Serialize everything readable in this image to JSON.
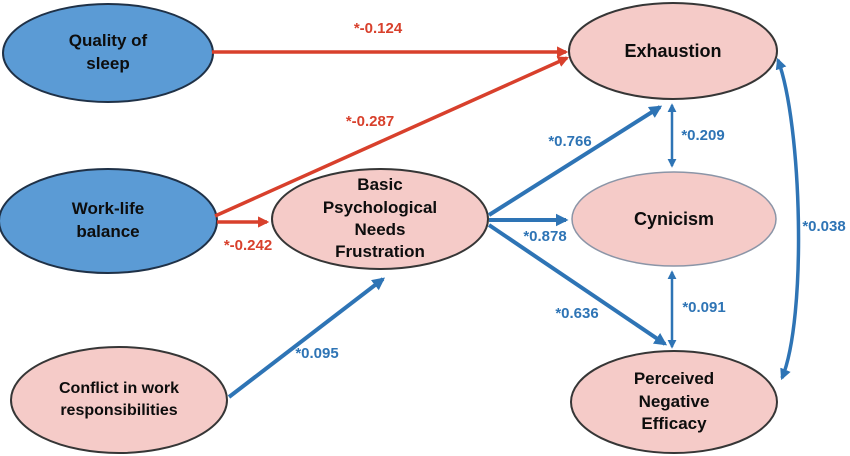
{
  "figure": {
    "type": "sem-path-diagram",
    "colors": {
      "exogenous_node_fill": "#5b9bd5",
      "endogenous_node_fill": "#f5cbc8",
      "negative_path": "#d8402c",
      "positive_path": "#2e74b5",
      "node_text": "#0d0d0d"
    },
    "nodes": {
      "quality_of_sleep": {
        "label": "Quality of\nsleep",
        "fill": "#5b9bd5"
      },
      "work_life_balance": {
        "label": "Work-life\nbalance",
        "fill": "#5b9bd5"
      },
      "conflict_in_work_responsibilities": {
        "label": "Conflict in work\nresponsibilities",
        "fill": "#f5cbc8"
      },
      "basic_psychological_needs_frustration": {
        "label": "Basic\nPsychological\nNeeds\nFrustration",
        "fill": "#f5cbc8"
      },
      "exhaustion": {
        "label": "Exhaustion",
        "fill": "#f5cbc8"
      },
      "cynicism": {
        "label": "Cynicism",
        "fill": "#f5cbc8"
      },
      "perceived_negative_efficacy": {
        "label": "Perceived\nNegative\nEfficacy",
        "fill": "#f5cbc8"
      }
    },
    "edges": {
      "qos_to_exhaustion": {
        "label": "*-0.124",
        "from": "quality_of_sleep",
        "to": "exhaustion",
        "color": "#d8402c",
        "bidirectional": false
      },
      "wlb_to_exhaustion": {
        "label": "*-0.287",
        "from": "work_life_balance",
        "to": "exhaustion",
        "color": "#d8402c",
        "bidirectional": false
      },
      "wlb_to_bpnf": {
        "label": "*-0.242",
        "from": "work_life_balance",
        "to": "basic_psychological_needs_frustration",
        "color": "#d8402c",
        "bidirectional": false
      },
      "conflict_to_bpnf": {
        "label": "*0.095",
        "from": "conflict_in_work_responsibilities",
        "to": "basic_psychological_needs_frustration",
        "color": "#2e74b5",
        "bidirectional": false
      },
      "bpnf_to_exhaustion": {
        "label": "*0.766",
        "from": "basic_psychological_needs_frustration",
        "to": "exhaustion",
        "color": "#2e74b5",
        "bidirectional": false
      },
      "bpnf_to_cynicism": {
        "label": "*0.878",
        "from": "basic_psychological_needs_frustration",
        "to": "cynicism",
        "color": "#2e74b5",
        "bidirectional": false
      },
      "bpnf_to_pne": {
        "label": "*0.636",
        "from": "basic_psychological_needs_frustration",
        "to": "perceived_negative_efficacy",
        "color": "#2e74b5",
        "bidirectional": false
      },
      "exhaustion_cynicism": {
        "label": "*0.209",
        "from": "exhaustion",
        "to": "cynicism",
        "color": "#2e74b5",
        "bidirectional": true
      },
      "cynicism_pne": {
        "label": "*0.091",
        "from": "cynicism",
        "to": "perceived_negative_efficacy",
        "color": "#2e74b5",
        "bidirectional": true
      },
      "exhaustion_pne": {
        "label": "*0.038",
        "from": "exhaustion",
        "to": "perceived_negative_efficacy",
        "color": "#2e74b5",
        "bidirectional": true
      }
    }
  }
}
